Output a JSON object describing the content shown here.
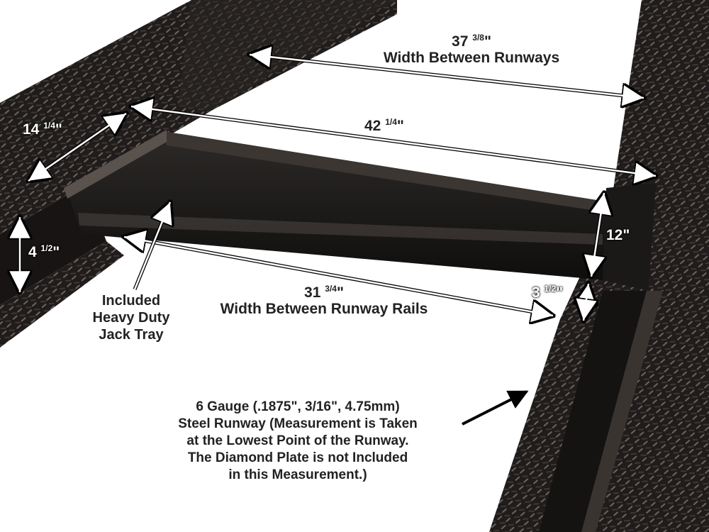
{
  "dimensions": {
    "width_between_runways": {
      "value": "37 3/8\"",
      "whole": "37",
      "frac_num": "3",
      "frac_den": "8",
      "inch": "\"",
      "caption": "Width Between Runways"
    },
    "tray_length": {
      "value": "42 1/4\"",
      "whole": "42",
      "frac_num": "1",
      "frac_den": "4",
      "inch": "\""
    },
    "tray_depth": {
      "value": "14 1/4\"",
      "whole": "14",
      "frac_num": "1",
      "frac_den": "4",
      "inch": "\""
    },
    "rail_height_left": {
      "value": "4 1/2\"",
      "whole": "4",
      "frac_num": "1",
      "frac_den": "2",
      "inch": "\""
    },
    "tray_height": {
      "value": "12\""
    },
    "width_between_rails": {
      "value": "31 3/4\"",
      "whole": "31",
      "frac_num": "3",
      "frac_den": "4",
      "inch": "\"",
      "caption": "Width Between Runway Rails"
    },
    "rail_height_right": {
      "value": "3 1/2\"",
      "whole": "3",
      "frac_num": "1",
      "frac_den": "2",
      "inch": "\""
    }
  },
  "jack_tray_label": [
    "Included",
    "Heavy Duty",
    "Jack Tray"
  ],
  "steel_note": [
    "6 Gauge (.1875\", 3/16\", 4.75mm)",
    "Steel Runway (Measurement is Taken",
    "at the Lowest Point of the Runway.",
    "The Diamond Plate is not Included",
    "in this Measurement.)"
  ],
  "colors": {
    "steel": "#1c1a19",
    "background": "#ffffff",
    "text": "#222222"
  }
}
